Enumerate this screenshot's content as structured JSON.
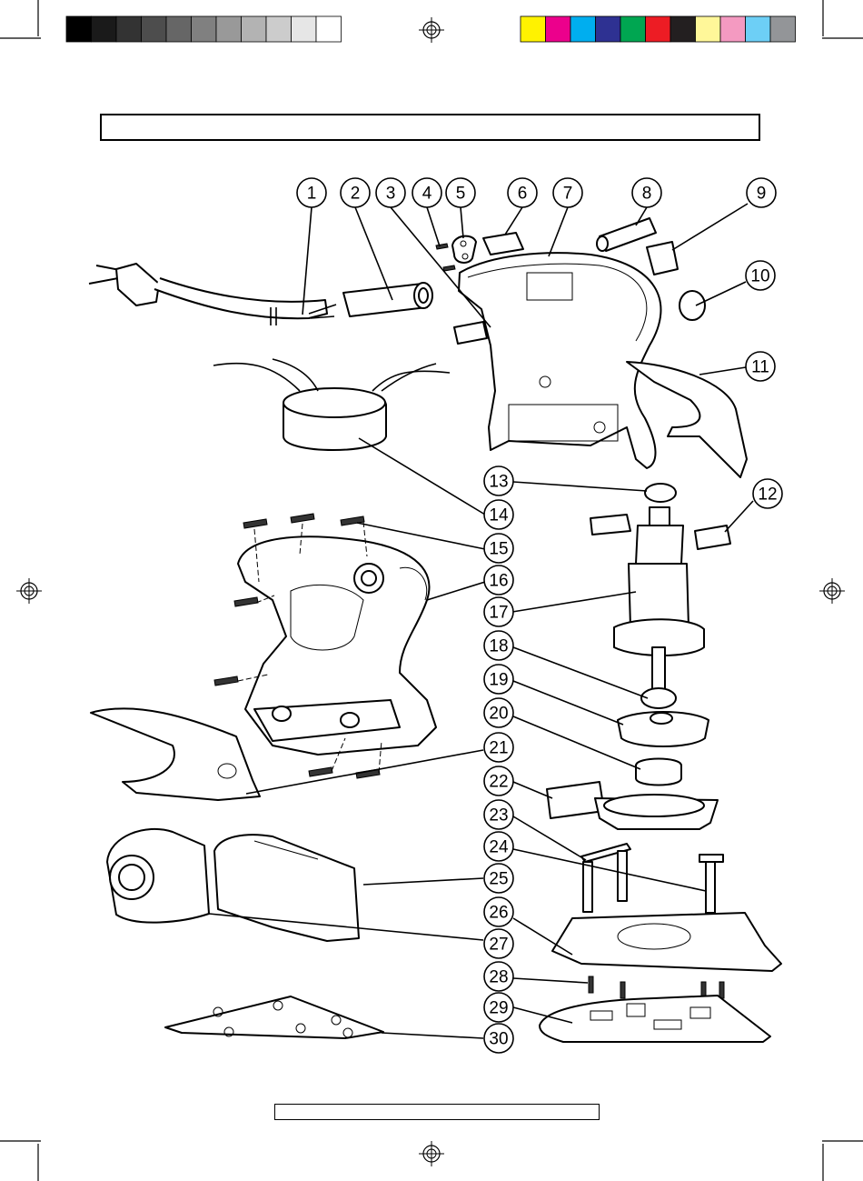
{
  "diagram": {
    "title": "",
    "footer": "",
    "callouts": [
      "1",
      "2",
      "3",
      "4",
      "5",
      "6",
      "7",
      "8",
      "9",
      "10",
      "11",
      "12",
      "13",
      "14",
      "15",
      "16",
      "17",
      "18",
      "19",
      "20",
      "21",
      "22",
      "23",
      "24",
      "25",
      "26",
      "27",
      "28",
      "29",
      "30"
    ]
  },
  "print_marks": {
    "gray_swatches": [
      "#000000",
      "#1a1a1a",
      "#333333",
      "#4d4d4d",
      "#666666",
      "#808080",
      "#999999",
      "#b3b3b3",
      "#cccccc",
      "#e6e6e6",
      "#ffffff"
    ],
    "color_swatches": [
      "#fff200",
      "#ec008c",
      "#00aeef",
      "#2e3192",
      "#00a651",
      "#ed1c24",
      "#231f20",
      "#fff799",
      "#f49ac1",
      "#6dcff6",
      "#939598"
    ]
  }
}
